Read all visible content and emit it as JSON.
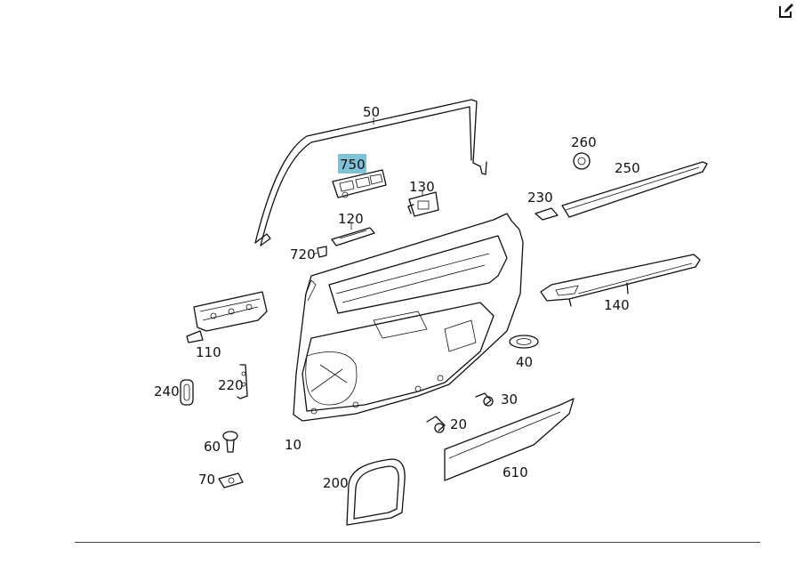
{
  "toolbar": {
    "edit_icon": "edit-icon"
  },
  "highlight_color": "#7fc1d6",
  "callouts": {
    "c50": "50",
    "c750": "750",
    "c130": "130",
    "c260": "260",
    "c250": "250",
    "c230": "230",
    "c120": "120",
    "c720": "720",
    "c140": "140",
    "c110": "110",
    "c40": "40",
    "c220": "220",
    "c240": "240",
    "c30": "30",
    "c20": "20",
    "c60": "60",
    "c10": "10",
    "c610": "610",
    "c70": "70",
    "c200": "200"
  },
  "selected_callout": "750"
}
